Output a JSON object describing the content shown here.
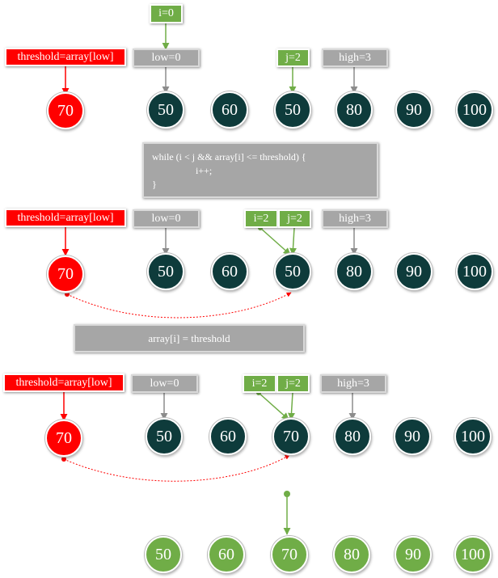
{
  "colors": {
    "red": "#ff0000",
    "dark": "#0e3b3b",
    "green": "#70ad47",
    "gray": "#a6a6a6"
  },
  "step1": {
    "i_label": "i=0",
    "threshold_label": "threshold=array[low]",
    "low_label": "low=0",
    "j_label": "j=2",
    "high_label": "high=3",
    "pivot": "70",
    "values": [
      "50",
      "60",
      "50",
      "80",
      "90",
      "100"
    ]
  },
  "code_block": {
    "line1": "while (i < j && array[i] <= threshold) {",
    "line2": "i++;",
    "line3": "}"
  },
  "step2": {
    "threshold_label": "threshold=array[low]",
    "low_label": "low=0",
    "i_label": "i=2",
    "j_label": "j=2",
    "high_label": "high=3",
    "pivot": "70",
    "values": [
      "50",
      "60",
      "50",
      "80",
      "90",
      "100"
    ]
  },
  "assign_block": {
    "text": "array[i] = threshold"
  },
  "step3": {
    "threshold_label": "threshold=array[low]",
    "low_label": "low=0",
    "i_label": "i=2",
    "j_label": "j=2",
    "high_label": "high=3",
    "pivot": "70",
    "values": [
      "50",
      "60",
      "70",
      "80",
      "90",
      "100"
    ]
  },
  "result": {
    "values": [
      "50",
      "60",
      "70",
      "80",
      "90",
      "100"
    ]
  }
}
